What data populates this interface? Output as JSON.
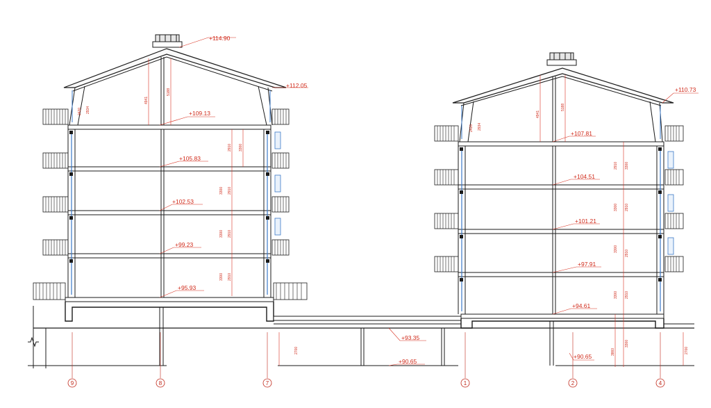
{
  "elevations": [
    "+114.90",
    "+112.05",
    "+109.13",
    "+105.83",
    "+102.53",
    "+99.23",
    "+95.93",
    "+110.73",
    "+107.81",
    "+104.51",
    "+101.21",
    "+97.91",
    "+94.61",
    "+93.35",
    "+90.65",
    "+90.65"
  ],
  "axes": [
    "9",
    "8",
    "7",
    "1",
    "2",
    "4"
  ],
  "dims": [
    "4941",
    "5188",
    "2420",
    "2934",
    "2910",
    "3300",
    "2700",
    "3860"
  ],
  "colors": {
    "line": "#1a1a1a",
    "annotation": "#d83020",
    "glass": "#3a78c8"
  }
}
